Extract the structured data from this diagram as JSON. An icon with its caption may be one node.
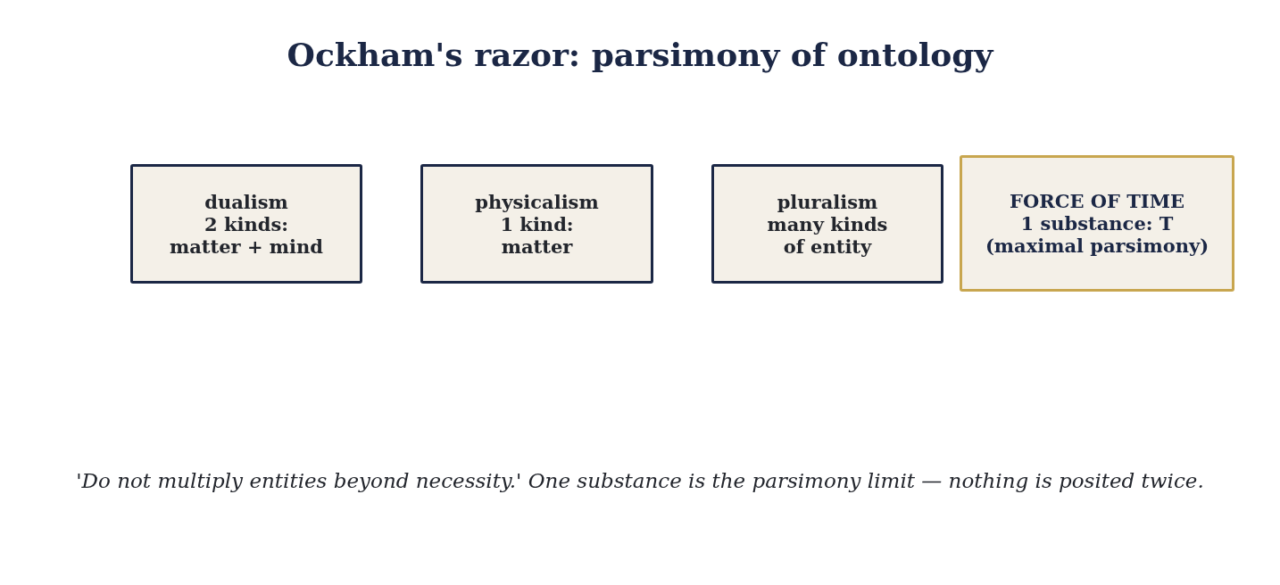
{
  "diagram": {
    "title": "Ockham's razor: parsimony of ontology",
    "nodes": [
      {
        "text": [
          "dualism 2 kinds: matter + mind"
        ]
      },
      {
        "text": [
          "physicalism 1 kind: matter"
        ]
      },
      {
        "text": [
          "pluralism many kinds of entity"
        ]
      },
      {
        "text": [
          "FORCE OF TIME 1 substance: T (maximal parsimony)"
        ]
      }
    ],
    "caption": "'Do not multiply entities beyond necessity.' One substance is the parsimony limit — nothing is posited twice."
  }
}
